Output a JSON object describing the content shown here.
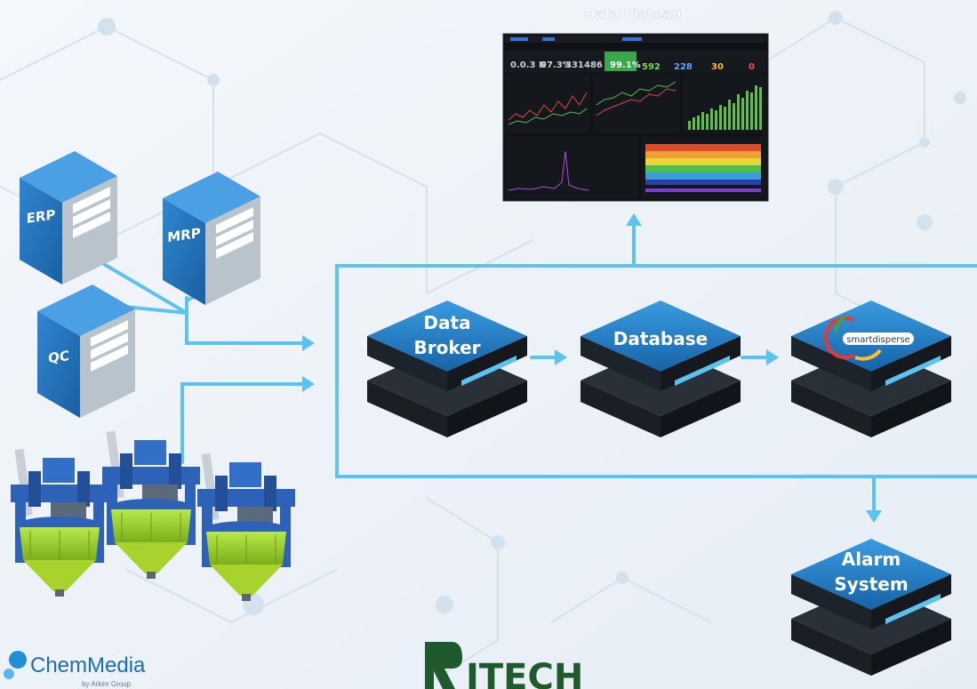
{
  "dashboard": {
    "title": "Data Plateau",
    "kpis": [
      {
        "value": "0.0.3 K",
        "color": "#c8d0da"
      },
      {
        "value": "97.3%",
        "color": "#c8d0da"
      },
      {
        "value": "331",
        "color": "#c8d0da"
      },
      {
        "value": "486",
        "color": "#c8d0da"
      },
      {
        "value": "99.1%",
        "color": "#ffffff"
      },
      {
        "value": "592",
        "color": "#7ed957"
      },
      {
        "value": "228",
        "color": "#5aa9ff"
      },
      {
        "value": "30",
        "color": "#ffb347"
      },
      {
        "value": "0",
        "color": "#ff4d4d"
      }
    ]
  },
  "sources": {
    "erp": "ERP",
    "mrp": "MRP",
    "qc": "QC"
  },
  "pipeline": {
    "broker_line1": "Data",
    "broker_line2": "Broker",
    "database": "Database",
    "smartdisperse": "smartdisperse",
    "alarm_line1": "Alarm",
    "alarm_line2": "System"
  },
  "logos": {
    "chemmedia": "ChemMedia",
    "chemmedia_sub": "by Arkim Group",
    "ritech": "ITECH"
  },
  "colors": {
    "connector": "#5bc3ee",
    "block_top": "#1f7ac0",
    "server_blue": "#1f6fb6",
    "reactor_frame": "#2e62b8",
    "reactor_vessel": "#9bd42a",
    "ritech_green": "#1e5a2b"
  }
}
